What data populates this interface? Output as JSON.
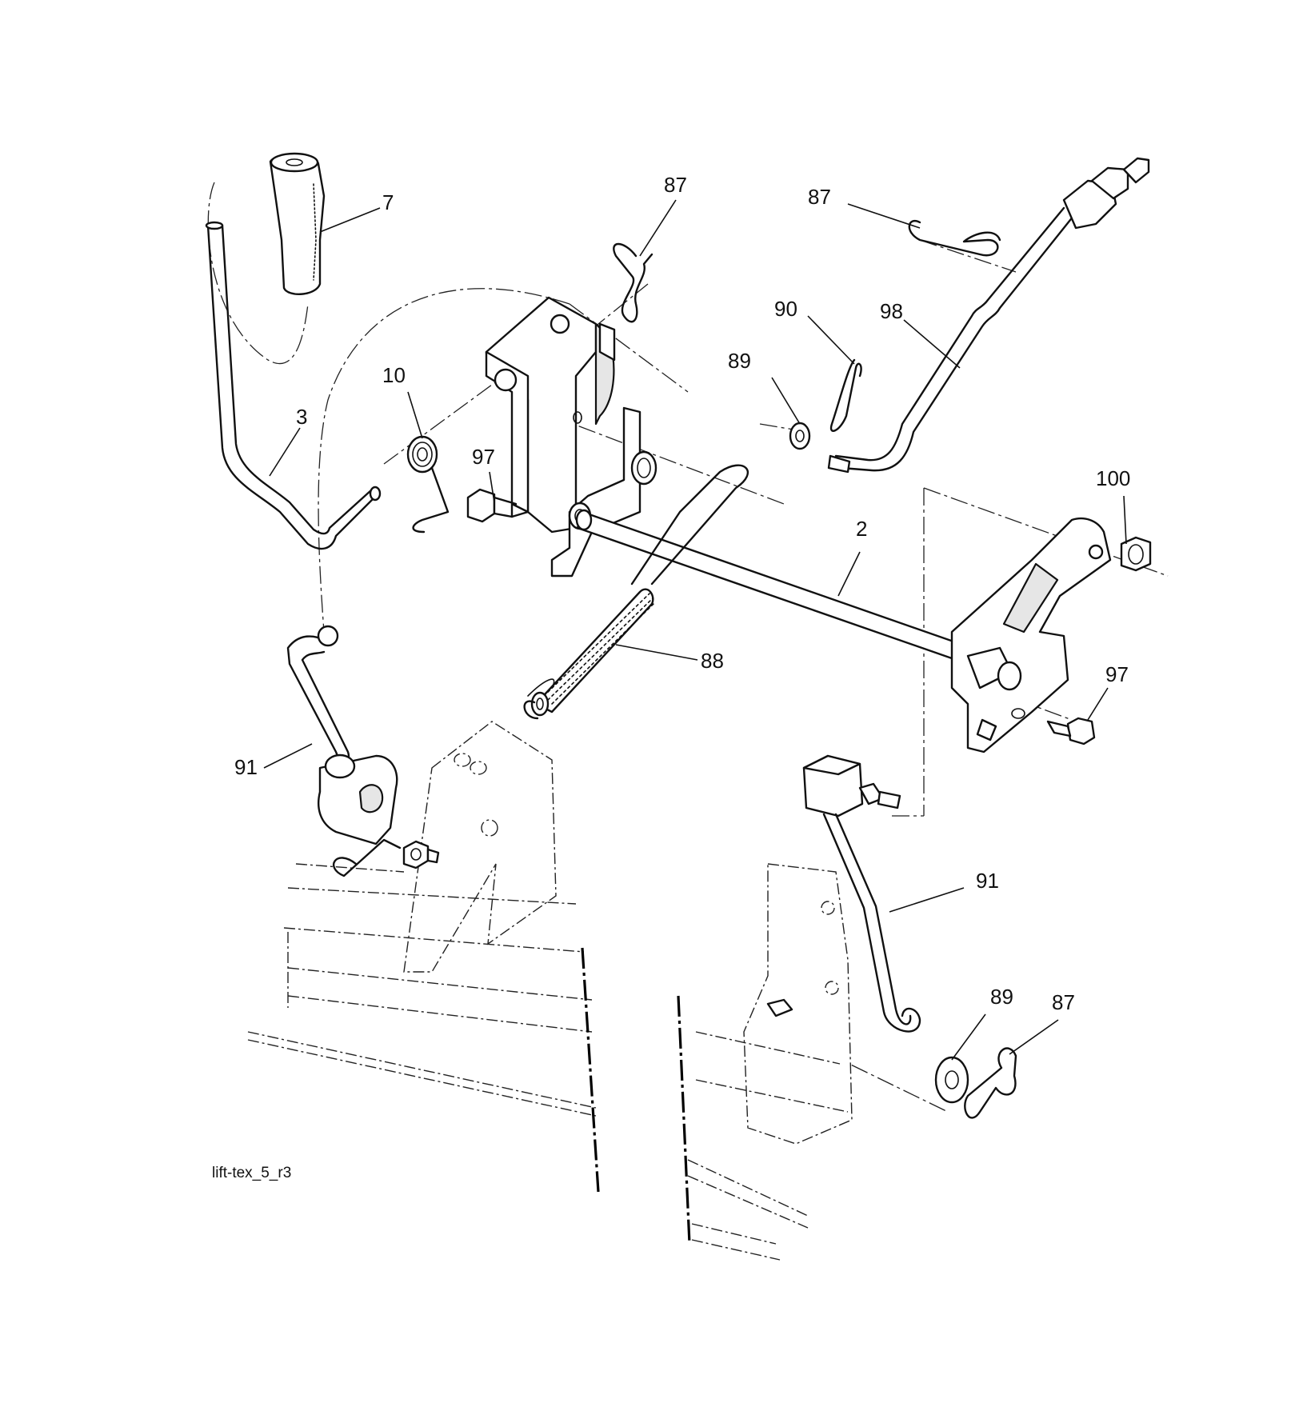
{
  "figure_id": "lift-tex_5_r3",
  "callouts": {
    "c7": "7",
    "c3": "3",
    "c10": "10",
    "c97a": "97",
    "c87a": "87",
    "c87b": "87",
    "c90": "90",
    "c89a": "89",
    "c98": "98",
    "c100": "100",
    "c2": "2",
    "c88": "88",
    "c97b": "97",
    "c91a": "91",
    "c91b": "91",
    "c89b": "89",
    "c87c": "87"
  }
}
